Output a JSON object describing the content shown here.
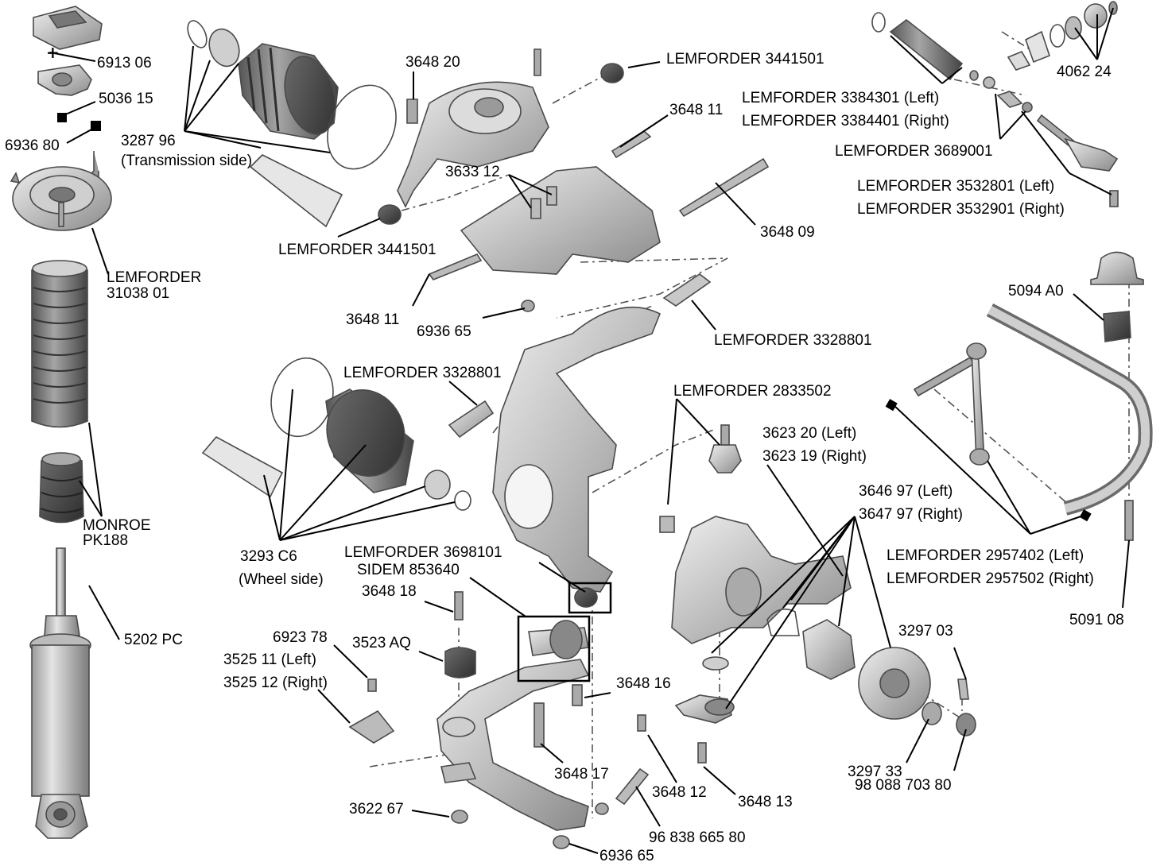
{
  "labels": {
    "p691306": "6913 06",
    "p503615": "5036 15",
    "p693680": "6936 80",
    "p328796": "3287 96",
    "trans_side": "(Transmission side)",
    "lem310381": "LEMFORDER",
    "lem310382": "31038 01",
    "monroe1": "MONROE",
    "monroe2": "PK188",
    "p5202": "5202 PC",
    "p364820": "3648 20",
    "lem3441501_top": "LEMFORDER 3441501",
    "p364811_top": "3648 11",
    "p363312": "3633 12",
    "lem3441501_left": "LEMFORDER 3441501",
    "p364809": "3648 09",
    "p364811_low": "3648 11",
    "p693665_mid": "6936 65",
    "lem3328801_right": "LEMFORDER 3328801",
    "lem3328801_left": "LEMFORDER 3328801",
    "p3293c6": "3293 C6",
    "wheel_side": "(Wheel side)",
    "lem3698101": "LEMFORDER 3698101",
    "sidem853640": "SIDEM 853640",
    "p364818": "3648 18",
    "p692378": "6923 78",
    "p3523aq": "3523 AQ",
    "p352511": "3525 11 (Left)",
    "p352512": "3525 12 (Right)",
    "p364816": "3648 16",
    "p364817": "3648 17",
    "p362267": "3622 67",
    "p693665_bot": "6936 65",
    "p9683866580": "96 838 665 80",
    "p364812": "3648 12",
    "p364813": "3648 13",
    "lem2833502": "LEMFORDER 2833502",
    "p362320": "3623 20 (Left)",
    "p362319": "3623 19 (Right)",
    "p364697": "3646 97 (Left)",
    "p364797": "3647 97 (Right)",
    "p329703": "3297 03",
    "p329733": "3297 33",
    "p9808870380": "98 088 703 80",
    "lem3384301": "LEMFORDER 3384301 (Left)",
    "lem3384401": "LEMFORDER 3384401 (Right)",
    "p406224": "4062 24",
    "lem3689001": "LEMFORDER 3689001",
    "lem3532801": "LEMFORDER 3532801 (Left)",
    "lem3532901": "LEMFORDER 3532901 (Right)",
    "p5094a0": "5094 A0",
    "lem2957402": "LEMFORDER 2957402 (Left)",
    "lem2957502": "LEMFORDER 2957502 (Right)",
    "p509108": "5091 08"
  },
  "colors": {
    "part_light": "#d6d6d6",
    "part_mid": "#a9a9a9",
    "part_dark": "#5a5a5a",
    "boot_dark": "#3f3f3f",
    "leader": "#000000"
  }
}
